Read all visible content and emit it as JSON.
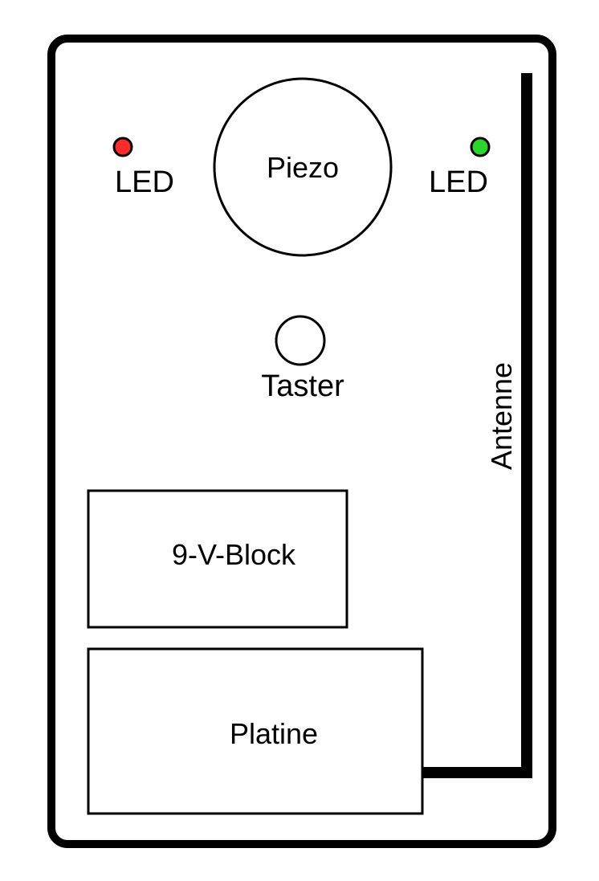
{
  "diagram": {
    "labels": {
      "led_left": "LED",
      "led_right": "LED",
      "piezo": "Piezo",
      "taster": "Taster",
      "antenne": "Antenne",
      "battery": "9-V-Block",
      "board": "Platine"
    },
    "colors": {
      "outline": "#000000",
      "background": "#ffffff",
      "led_left": "#ff2a2a",
      "led_right": "#2bd62b"
    }
  }
}
